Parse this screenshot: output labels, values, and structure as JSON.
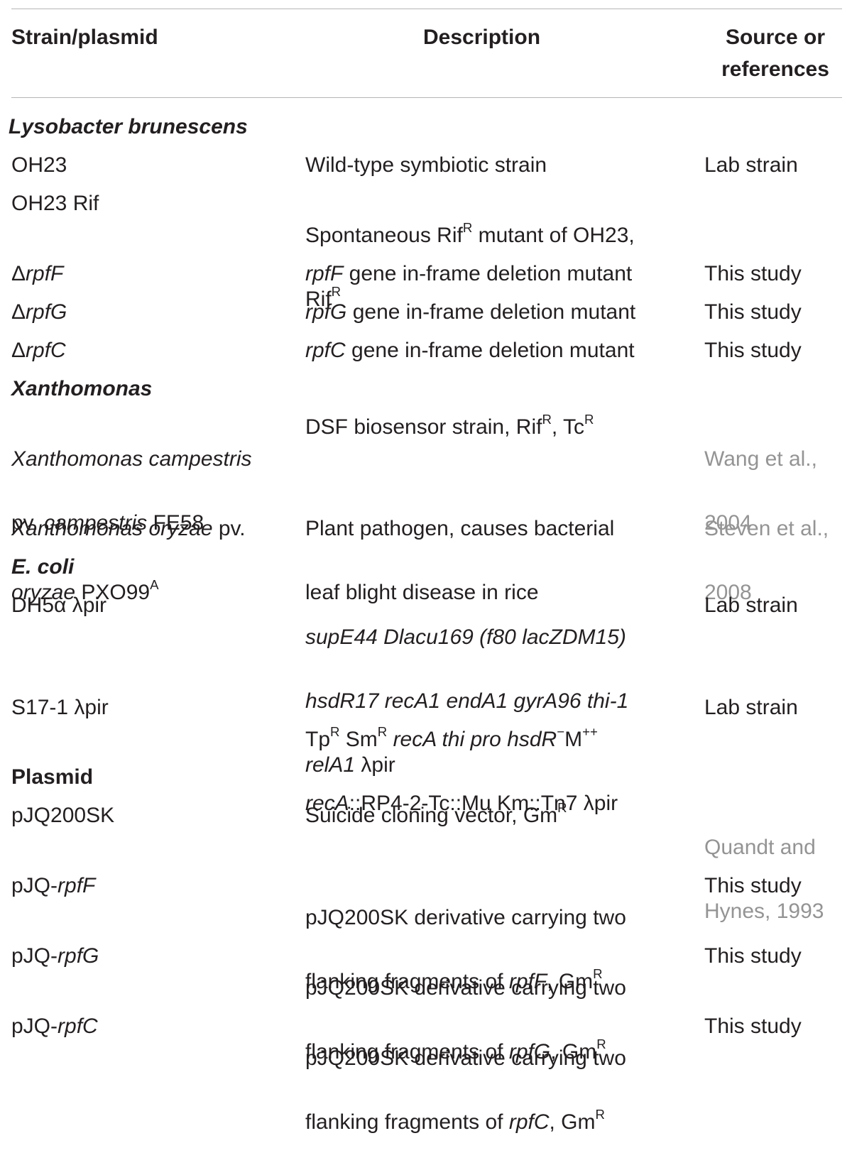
{
  "table": {
    "header": {
      "col1": "Strain/plasmid",
      "col2": "Description",
      "col3_line1": "Source or",
      "col3_line2": "references"
    },
    "sections": {
      "lysobacter": "Lysobacter brunescens",
      "xanthomonas": "Xanthomonas",
      "ecoli": "E. coli",
      "plasmid": "Plasmid"
    },
    "rows": {
      "oh23": {
        "strain": "OH23",
        "desc": "Wild-type symbiotic strain",
        "source": "Lab strain"
      },
      "oh23rif": {
        "strain": "OH23 Rif",
        "desc_a": "Spontaneous Rif",
        "desc_sup1": "R",
        "desc_b": " mutant of OH23,",
        "desc_c": "Rif",
        "desc_sup2": "R",
        "source": ""
      },
      "rpff": {
        "delta": "Δ",
        "strain": "rpfF",
        "desc_it": "rpfF",
        "desc": " gene in-frame deletion mutant",
        "source": "This study"
      },
      "rpfg": {
        "delta": "Δ",
        "strain": "rpfG",
        "desc_it": "rpfG",
        "desc": " gene in-frame deletion mutant",
        "source": "This study"
      },
      "rpfc": {
        "delta": "Δ",
        "strain": "rpfC",
        "desc_it": "rpfC",
        "desc": " gene in-frame deletion mutant",
        "source": "This study"
      },
      "xcc": {
        "strain_a": "Xanthomonas campestris",
        "strain_b": "pv. ",
        "strain_c": "campestris",
        "strain_d": " FE58",
        "desc_a": "DSF biosensor strain, Rif",
        "desc_sup1": "R",
        "desc_b": ", Tc",
        "desc_sup2": "R",
        "source_a": "Wang et al.,",
        "source_b": "2004"
      },
      "xoo": {
        "strain_a": "Xanthomonas oryzae",
        "strain_b": " pv.",
        "strain_c": "oryzae",
        "strain_d": " PXO99",
        "strain_sup": "A",
        "desc_a": "Plant pathogen, causes bacterial",
        "desc_b": "leaf blight disease in rice",
        "source_a": "Steven et al.,",
        "source_b": "2008"
      },
      "dh5a": {
        "strain": "DH5α λpir",
        "desc_a": "supE44 Dlacu169 (f80 lacZDM15)",
        "desc_b": "hsdR17 recA1 endA1 gyrA96 thi-1",
        "desc_c": "relA1",
        "desc_d": " λpir",
        "source": "Lab strain"
      },
      "s17": {
        "strain": "S17-1 λpir",
        "desc_a": "Tp",
        "desc_sup1": "R",
        "desc_b": " Sm",
        "desc_sup2": "R",
        "desc_c": " recA thi pro hsdR",
        "desc_sup3": "−",
        "desc_d": "M",
        "desc_sup4": "++",
        "desc_e": "recA",
        "desc_f": "::RP4-2-Tc::Mu Km::Tn7 λpir",
        "source": "Lab strain"
      },
      "pjq200": {
        "strain": "pJQ200SK",
        "desc": "Suicide cloning vector, Gm",
        "desc_sup": "R",
        "source_a": "Quandt and",
        "source_b": "Hynes, 1993"
      },
      "pjqf": {
        "strain_a": "pJQ-",
        "strain_b": "rpfF",
        "desc_a": "pJQ200SK derivative carrying two",
        "desc_b": "flanking fragments of ",
        "desc_c": "rpfF",
        "desc_d": ", Gm",
        "desc_sup": "R",
        "source": "This study"
      },
      "pjqg": {
        "strain_a": "pJQ-",
        "strain_b": "rpfG",
        "desc_a": "pJQ200SK derivative carrying two",
        "desc_b": "flanking fragments of ",
        "desc_c": "rpfG",
        "desc_d": ", Gm",
        "desc_sup": "R",
        "source": "This study"
      },
      "pjqc": {
        "strain_a": "pJQ-",
        "strain_b": "rpfC",
        "desc_a": "pJQ200SK derivative carrying two",
        "desc_b": "flanking fragments of ",
        "desc_c": "rpfC",
        "desc_d": ", Gm",
        "desc_sup": "R",
        "source": "This study"
      }
    }
  }
}
